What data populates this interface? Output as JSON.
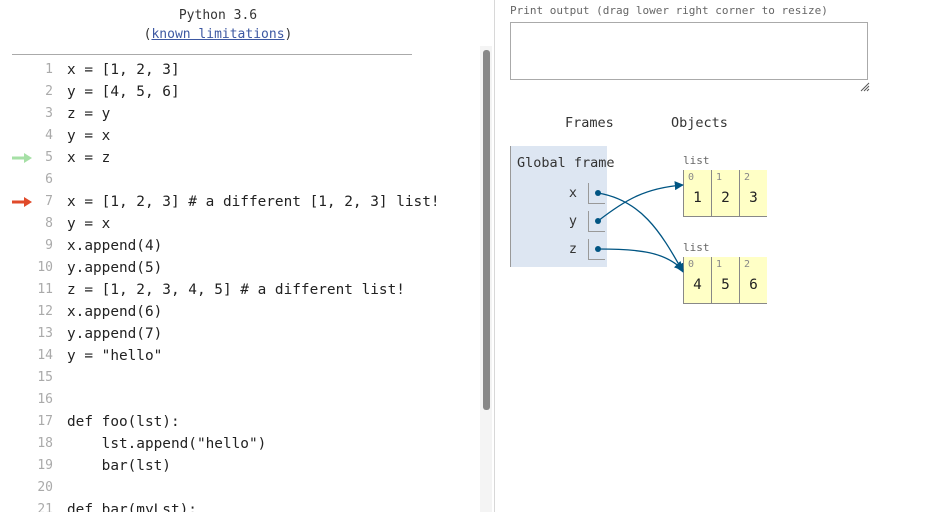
{
  "header": {
    "language": "Python 3.6",
    "paren_open": "(",
    "limitations_link": "known limitations",
    "paren_close": ")"
  },
  "code": {
    "lines": [
      {
        "num": "1",
        "text": "x = [1, 2, 3]"
      },
      {
        "num": "2",
        "text": "y = [4, 5, 6]"
      },
      {
        "num": "3",
        "text": "z = y"
      },
      {
        "num": "4",
        "text": "y = x"
      },
      {
        "num": "5",
        "text": "x = z"
      },
      {
        "num": "6",
        "text": ""
      },
      {
        "num": "7",
        "text": "x = [1, 2, 3] # a different [1, 2, 3] list!"
      },
      {
        "num": "8",
        "text": "y = x"
      },
      {
        "num": "9",
        "text": "x.append(4)"
      },
      {
        "num": "10",
        "text": "y.append(5)"
      },
      {
        "num": "11",
        "text": "z = [1, 2, 3, 4, 5] # a different list!"
      },
      {
        "num": "12",
        "text": "x.append(6)"
      },
      {
        "num": "13",
        "text": "y.append(7)"
      },
      {
        "num": "14",
        "text": "y = \"hello\""
      },
      {
        "num": "15",
        "text": ""
      },
      {
        "num": "16",
        "text": ""
      },
      {
        "num": "17",
        "text": "def foo(lst):"
      },
      {
        "num": "18",
        "text": "    lst.append(\"hello\")"
      },
      {
        "num": "19",
        "text": "    bar(lst)"
      },
      {
        "num": "20",
        "text": ""
      },
      {
        "num": "21",
        "text": "def bar(myLst):"
      }
    ],
    "prev_line": "5",
    "next_line": "7",
    "prev_arrow_color": "#a6e0a6",
    "next_arrow_color": "#e04a2a"
  },
  "print_output": {
    "label": "Print output (drag lower right corner to resize)",
    "text": ""
  },
  "viz": {
    "frames_header": "Frames",
    "objects_header": "Objects",
    "global_frame": {
      "title": "Global frame",
      "vars": [
        "x",
        "y",
        "z"
      ]
    },
    "objects": [
      {
        "type_label": "list",
        "indices": [
          "0",
          "1",
          "2"
        ],
        "values": [
          "1",
          "2",
          "3"
        ]
      },
      {
        "type_label": "list",
        "indices": [
          "0",
          "1",
          "2"
        ],
        "values": [
          "4",
          "5",
          "6"
        ]
      }
    ],
    "pointer_color": "#005583",
    "frame_bg": "#dde6f2",
    "list_cell_bg": "#ffffc6"
  }
}
